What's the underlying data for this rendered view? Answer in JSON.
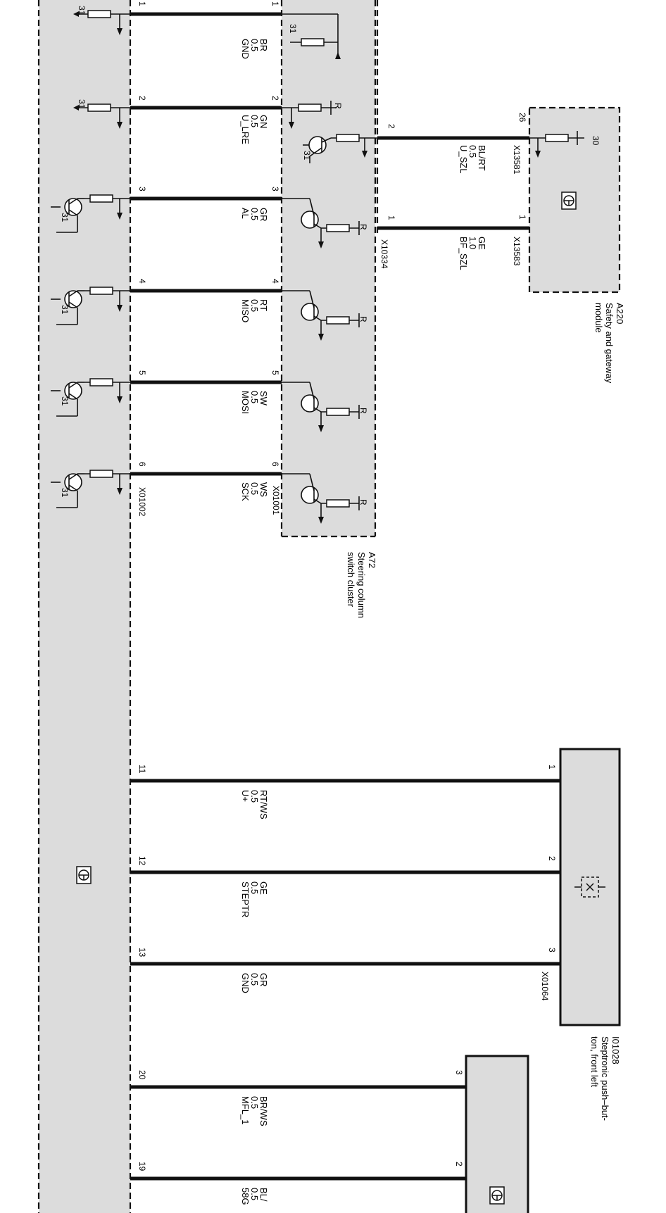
{
  "ground_ref": "31",
  "supply_ref": "30",
  "resistor_tag": "R",
  "control_unit": {
    "connector_left": "X01002",
    "pins": [
      {
        "id": "1",
        "name": "GND",
        "size": "0.5",
        "color": "BR"
      },
      {
        "id": "2",
        "name": "U_LRE",
        "size": "0.5",
        "color": "GN"
      },
      {
        "id": "3",
        "name": "AL",
        "size": "0.5",
        "color": "GR"
      },
      {
        "id": "4",
        "name": "MISO",
        "size": "0.5",
        "color": "RT"
      },
      {
        "id": "5",
        "name": "MOSI",
        "size": "0.5",
        "color": "SW"
      },
      {
        "id": "6",
        "name": "SCK",
        "size": "0.5",
        "color": "WS"
      }
    ],
    "lower_pins": [
      {
        "id": "11",
        "name": "U+",
        "size": "0.5",
        "color": "RT/WS"
      },
      {
        "id": "12",
        "name": "STEPTR",
        "size": "0.5",
        "color": "GE"
      },
      {
        "id": "13",
        "name": "GND",
        "size": "0.5",
        "color": "GR"
      },
      {
        "id": "20",
        "name": "MFL_1",
        "size": "0.5",
        "color": "BR/WS"
      },
      {
        "id": "19",
        "name": "58G",
        "size": "0.5",
        "color": "BL/"
      }
    ]
  },
  "steering_cluster": {
    "code": "A72",
    "name_line1": "Steering column",
    "name_line2": "switch cluster",
    "connector_left": "X01001",
    "connector_right": "X10334",
    "pins": [
      "1",
      "2",
      "3",
      "4",
      "5",
      "6"
    ],
    "right_pins": [
      "2",
      "1"
    ]
  },
  "gateway_wires": [
    {
      "name": "U_SZL",
      "size": "0.5",
      "color": "BL/RT",
      "pin_left": "2",
      "pin_right": "26",
      "connector": "X13581"
    },
    {
      "name": "BF_SZL",
      "size": "1.0",
      "color": "GE",
      "pin_left": "1",
      "pin_right": "1",
      "connector": "X13583"
    }
  ],
  "safety_module": {
    "code": "A220",
    "name_line1": "Safety and gateway",
    "name_line2": "module"
  },
  "steptronic": {
    "code": "I01028",
    "name_line1": "Steptronic push–but-",
    "name_line2": "ton, front left",
    "connector": "X01064",
    "pins": [
      "1",
      "2",
      "3"
    ]
  },
  "bottom_component": {
    "pins": [
      "3",
      "2"
    ]
  }
}
